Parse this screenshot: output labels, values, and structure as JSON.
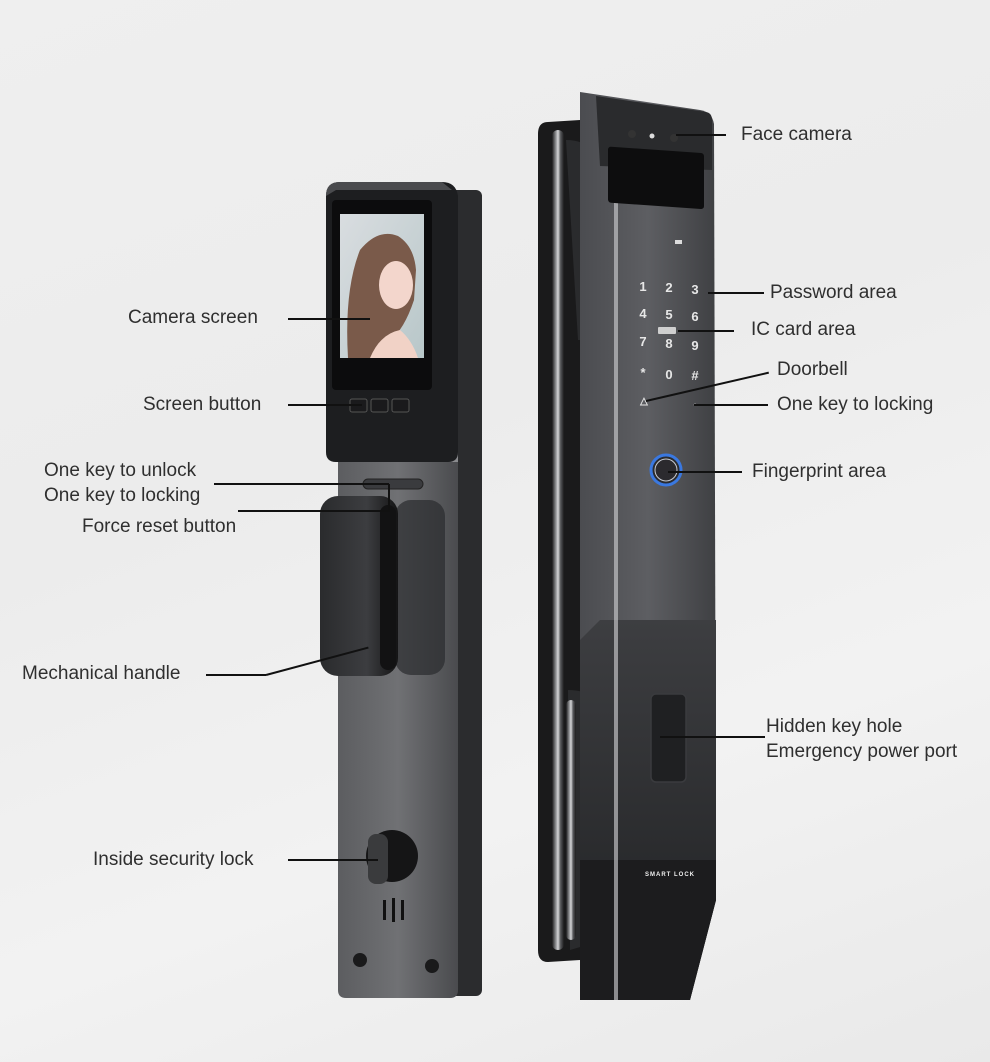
{
  "diagram": {
    "subject": "Smart door lock — inside and outside panels",
    "background_color": "#eeeeee",
    "label_color": "#2f2f2f",
    "device_color": "#3a3b3d",
    "fingerprint_ring_color": "#3a78e0",
    "left_panel": {
      "name": "Inside panel",
      "screen_button_count": 3,
      "labels": [
        {
          "id": "camera_screen",
          "text": "Camera screen"
        },
        {
          "id": "screen_button",
          "text": "Screen button"
        },
        {
          "id": "one_key_unlock",
          "text": "One key to unlock"
        },
        {
          "id": "one_key_locking_left",
          "text": "One key to locking"
        },
        {
          "id": "force_reset",
          "text": "Force reset button"
        },
        {
          "id": "mechanical_handle",
          "text": "Mechanical handle"
        },
        {
          "id": "inside_security_lock",
          "text": "Inside security lock"
        }
      ]
    },
    "right_panel": {
      "name": "Outside panel",
      "keypad": [
        "1",
        "2",
        "3",
        "4",
        "5",
        "6",
        "7",
        "8",
        "9",
        "*",
        "0",
        "#"
      ],
      "brand_text": "SMART LOCK",
      "labels": [
        {
          "id": "face_camera",
          "text": "Face camera"
        },
        {
          "id": "password_area",
          "text": "Password area"
        },
        {
          "id": "ic_card_area",
          "text": "IC card area"
        },
        {
          "id": "doorbell",
          "text": "Doorbell"
        },
        {
          "id": "one_key_locking_right",
          "text": "One key to locking"
        },
        {
          "id": "fingerprint_area",
          "text": "Fingerprint area"
        },
        {
          "id": "hidden_key_hole",
          "text": "Hidden key hole"
        },
        {
          "id": "emergency_power_port",
          "text": "Emergency power port"
        }
      ]
    }
  }
}
